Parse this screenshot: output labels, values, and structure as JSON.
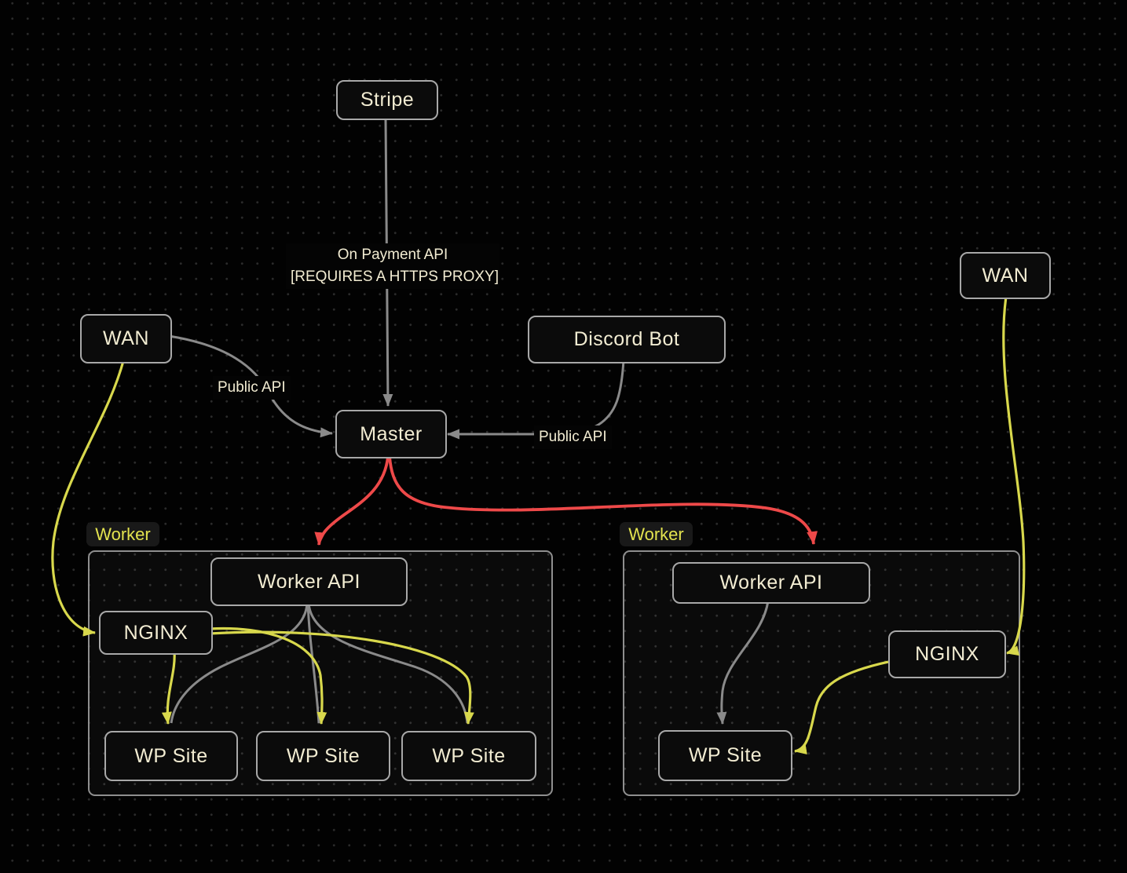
{
  "canvas": {
    "background": "#020202",
    "dot_color": "#2b2b2b"
  },
  "colors": {
    "node_fill": "#0b0b0b",
    "node_border": "#a8a8a8",
    "node_text": "#f2ecd2",
    "edge_gray": "#8a8a8a",
    "edge_yellow": "#d8d84c",
    "edge_red": "#ee4949",
    "group_border": "#8f8f8f",
    "group_label": "#e3e34f"
  },
  "nodes": {
    "stripe": {
      "label": "Stripe"
    },
    "wan_left": {
      "label": "WAN"
    },
    "discord_bot": {
      "label": "Discord Bot"
    },
    "master": {
      "label": "Master"
    },
    "wan_right": {
      "label": "WAN"
    },
    "worker_api_left": {
      "label": "Worker API"
    },
    "nginx_left": {
      "label": "NGINX"
    },
    "wp_site_1": {
      "label": "WP Site"
    },
    "wp_site_2": {
      "label": "WP Site"
    },
    "wp_site_3": {
      "label": "WP Site"
    },
    "worker_api_right": {
      "label": "Worker API"
    },
    "nginx_right": {
      "label": "NGINX"
    },
    "wp_site_right": {
      "label": "WP Site"
    }
  },
  "groups": {
    "worker_left": {
      "label": "Worker"
    },
    "worker_right": {
      "label": "Worker"
    }
  },
  "edge_labels": {
    "payment": {
      "line1": "On Payment API",
      "line2": "[REQUIRES A HTTPS PROXY]"
    },
    "public_api_left": {
      "text": "Public API"
    },
    "public_api_right": {
      "text": "Public API"
    }
  }
}
